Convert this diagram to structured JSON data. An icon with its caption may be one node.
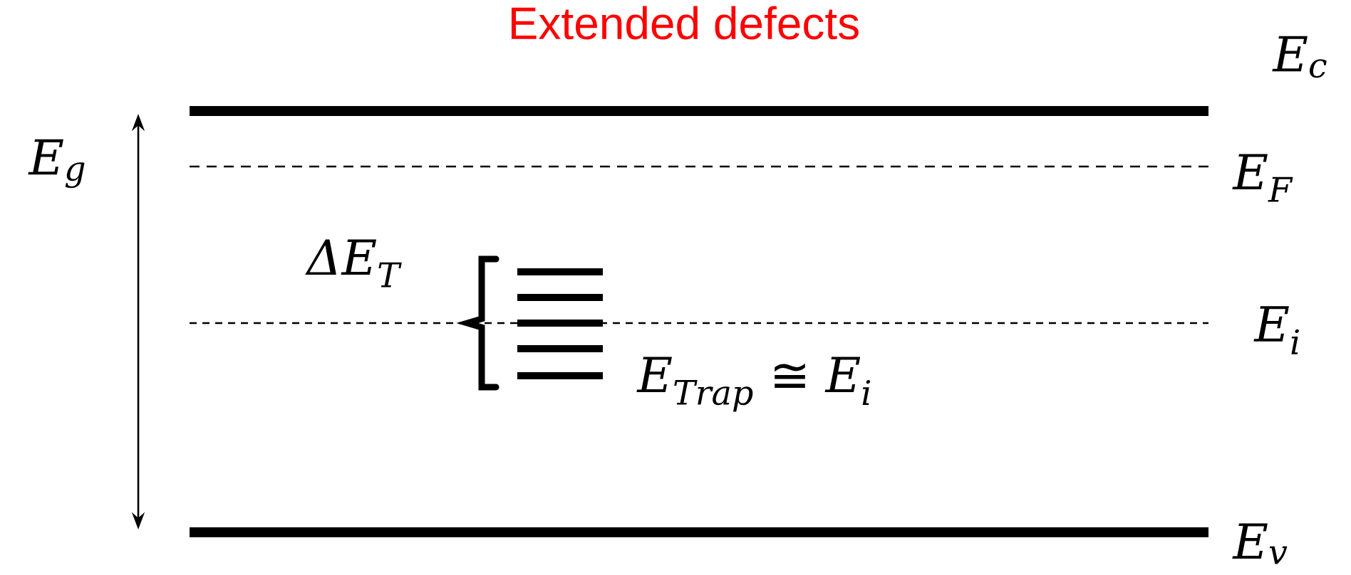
{
  "diagram": {
    "title": "Extended defects",
    "labels": [
      "E$_{c}$",
      "E$_{g}$",
      "E$_{F}$",
      "ΔE$_{T}$",
      "E$_{i}$",
      "E$_{Trap}$ ≅ E$_{i}$",
      "E$_{v}$"
    ]
  }
}
